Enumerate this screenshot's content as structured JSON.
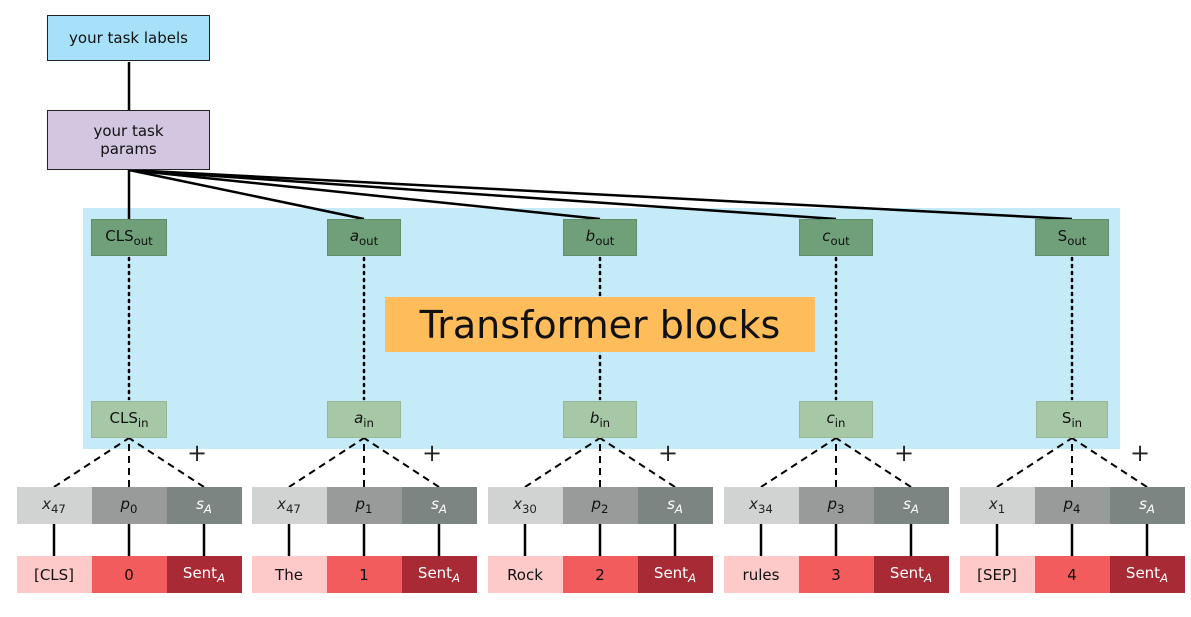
{
  "labels_box": "your task labels",
  "params_box": [
    "your task",
    "params"
  ],
  "title": "Transformer blocks",
  "plus_sign": "+",
  "columns": [
    {
      "out": {
        "base": "CLS",
        "italic": false,
        "sub": "out"
      },
      "in": {
        "base": "CLS",
        "italic": false,
        "sub": "in"
      },
      "emb": [
        {
          "base": "x",
          "sub": "47"
        },
        {
          "base": "p",
          "sub": "0"
        },
        {
          "base": "s",
          "sub": "A"
        }
      ],
      "tokens": {
        "word": "[CLS]",
        "pos": "0",
        "seg": {
          "base": "Sent",
          "sub": "A"
        }
      }
    },
    {
      "out": {
        "base": "a",
        "italic": true,
        "sub": "out"
      },
      "in": {
        "base": "a",
        "italic": true,
        "sub": "in"
      },
      "emb": [
        {
          "base": "x",
          "sub": "47"
        },
        {
          "base": "p",
          "sub": "1"
        },
        {
          "base": "s",
          "sub": "A"
        }
      ],
      "tokens": {
        "word": "The",
        "pos": "1",
        "seg": {
          "base": "Sent",
          "sub": "A"
        }
      }
    },
    {
      "out": {
        "base": "b",
        "italic": true,
        "sub": "out"
      },
      "in": {
        "base": "b",
        "italic": true,
        "sub": "in"
      },
      "emb": [
        {
          "base": "x",
          "sub": "30"
        },
        {
          "base": "p",
          "sub": "2"
        },
        {
          "base": "s",
          "sub": "A"
        }
      ],
      "tokens": {
        "word": "Rock",
        "pos": "2",
        "seg": {
          "base": "Sent",
          "sub": "A"
        }
      }
    },
    {
      "out": {
        "base": "c",
        "italic": true,
        "sub": "out"
      },
      "in": {
        "base": "c",
        "italic": true,
        "sub": "in"
      },
      "emb": [
        {
          "base": "x",
          "sub": "34"
        },
        {
          "base": "p",
          "sub": "3"
        },
        {
          "base": "s",
          "sub": "A"
        }
      ],
      "tokens": {
        "word": "rules",
        "pos": "3",
        "seg": {
          "base": "Sent",
          "sub": "A"
        }
      }
    },
    {
      "out": {
        "base": "S",
        "italic": false,
        "sub": "out"
      },
      "in": {
        "base": "S",
        "italic": false,
        "sub": "in"
      },
      "emb": [
        {
          "base": "x",
          "sub": "1"
        },
        {
          "base": "p",
          "sub": "4"
        },
        {
          "base": "s",
          "sub": "A"
        }
      ],
      "tokens": {
        "word": "[SEP]",
        "pos": "4",
        "seg": {
          "base": "Sent",
          "sub": "A"
        }
      }
    }
  ]
}
